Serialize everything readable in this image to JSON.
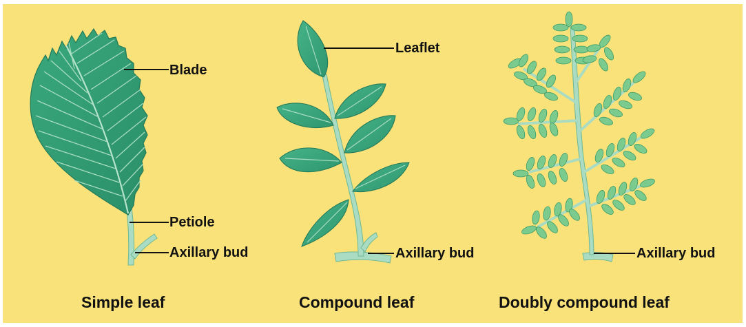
{
  "colors": {
    "background": "#f9e27a",
    "leaf_dark": "#2f9e74",
    "leaf_mid": "#4fb589",
    "leaf_light": "#8fd0a8",
    "stem": "#a9dcc2",
    "compound_light": "#7ccb8e"
  },
  "panels": [
    {
      "caption": "Simple leaf",
      "labels": {
        "blade": "Blade",
        "petiole": "Petiole",
        "bud": "Axillary bud"
      }
    },
    {
      "caption": "Compound leaf",
      "labels": {
        "leaflet": "Leaflet",
        "bud": "Axillary bud"
      }
    },
    {
      "caption": "Doubly compound leaf",
      "labels": {
        "bud": "Axillary bud"
      }
    }
  ]
}
